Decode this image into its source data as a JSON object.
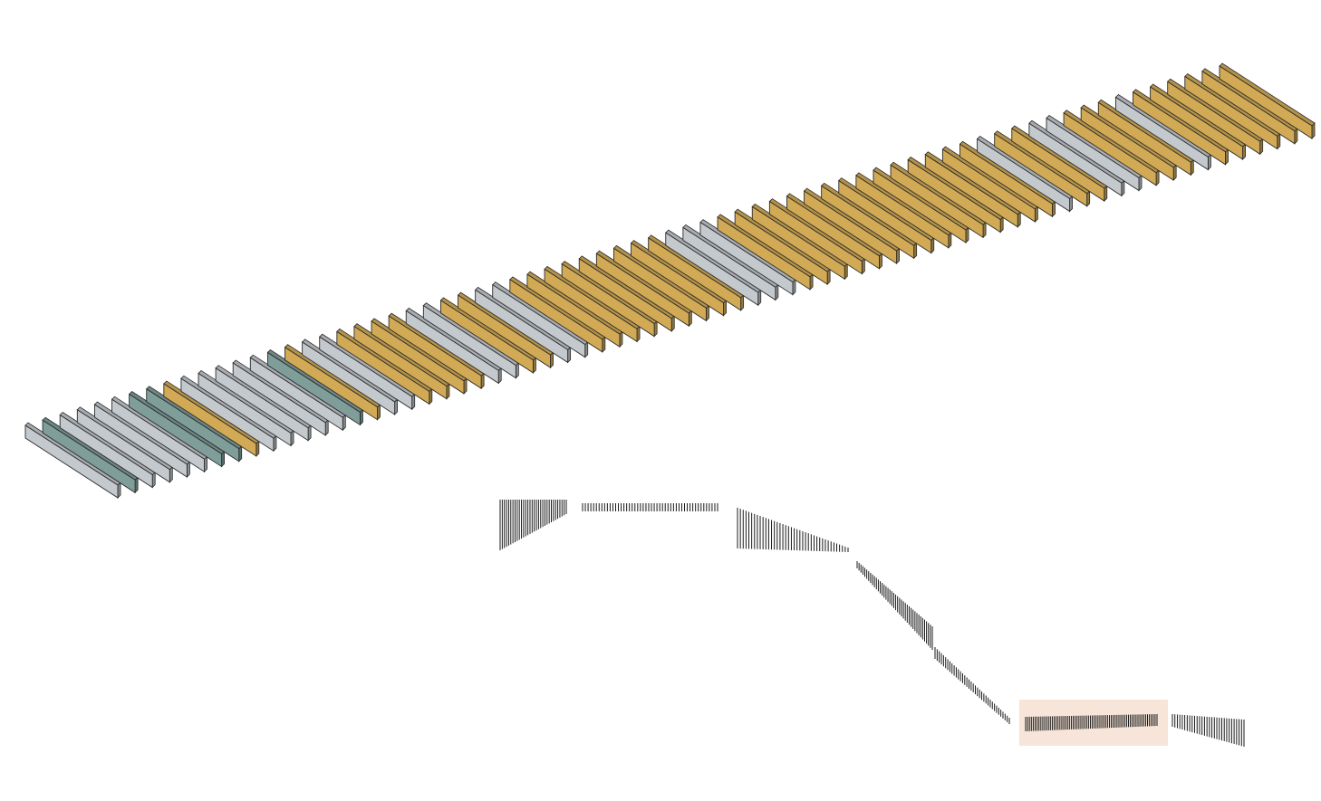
{
  "colors": {
    "background": "#ffffff",
    "gray": "#c4c9ce",
    "teal": "#7f9e9a",
    "gold": "#d2aa55",
    "edge": "#2b2b2b",
    "highlight": "#f6e5d8"
  },
  "slab_sequence": [
    "gray",
    "teal",
    "gray",
    "gray",
    "gray",
    "gray",
    "teal",
    "teal",
    "gold",
    "gray",
    "gray",
    "gray",
    "gray",
    "gray",
    "teal",
    "gold",
    "gray",
    "gray",
    "gold",
    "gold",
    "gold",
    "gold",
    "gray",
    "gray",
    "gold",
    "gold",
    "gray",
    "gray",
    "gold",
    "gold",
    "gold",
    "gold",
    "gold",
    "gold",
    "gold",
    "gold",
    "gold",
    "gray",
    "gray",
    "gray",
    "gold",
    "gold",
    "gold",
    "gold",
    "gold",
    "gold",
    "gold",
    "gold",
    "gold",
    "gold",
    "gold",
    "gold",
    "gold",
    "gold",
    "gold",
    "gray",
    "gold",
    "gold",
    "gray",
    "gray",
    "gold",
    "gold",
    "gold",
    "gray",
    "gold",
    "gold",
    "gold",
    "gold",
    "gold",
    "gold"
  ],
  "sparkline_groups": [
    {
      "lines": 32,
      "shape": "wedge-down"
    },
    {
      "lines": 50,
      "shape": "band"
    },
    {
      "lines": 40,
      "shape": "wedge-slope"
    },
    {
      "lines": 40,
      "shape": "diagonal"
    },
    {
      "lines": 36,
      "shape": "diagonal-taper"
    },
    {
      "lines": 70,
      "shape": "band-highlighted",
      "highlighted": true
    },
    {
      "lines": 30,
      "shape": "wedge-right"
    }
  ]
}
